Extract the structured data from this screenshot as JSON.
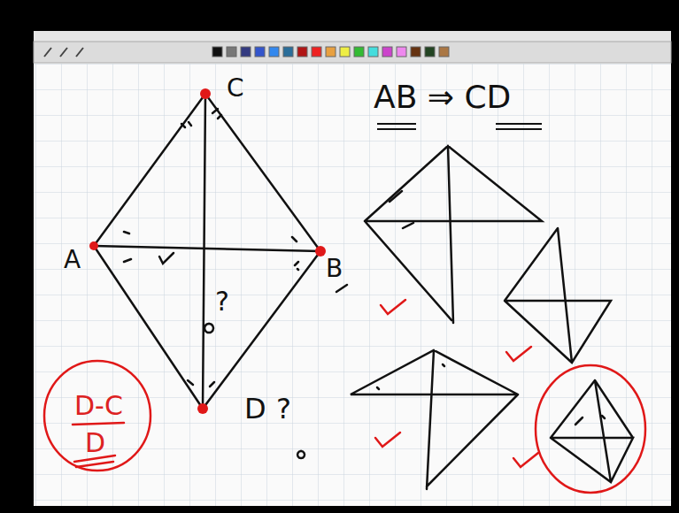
{
  "diagram": {
    "labels": [
      "C",
      "A",
      "B",
      "AB ⇒ CD",
      "?",
      "D",
      "?",
      "D-C",
      "D"
    ]
  }
}
